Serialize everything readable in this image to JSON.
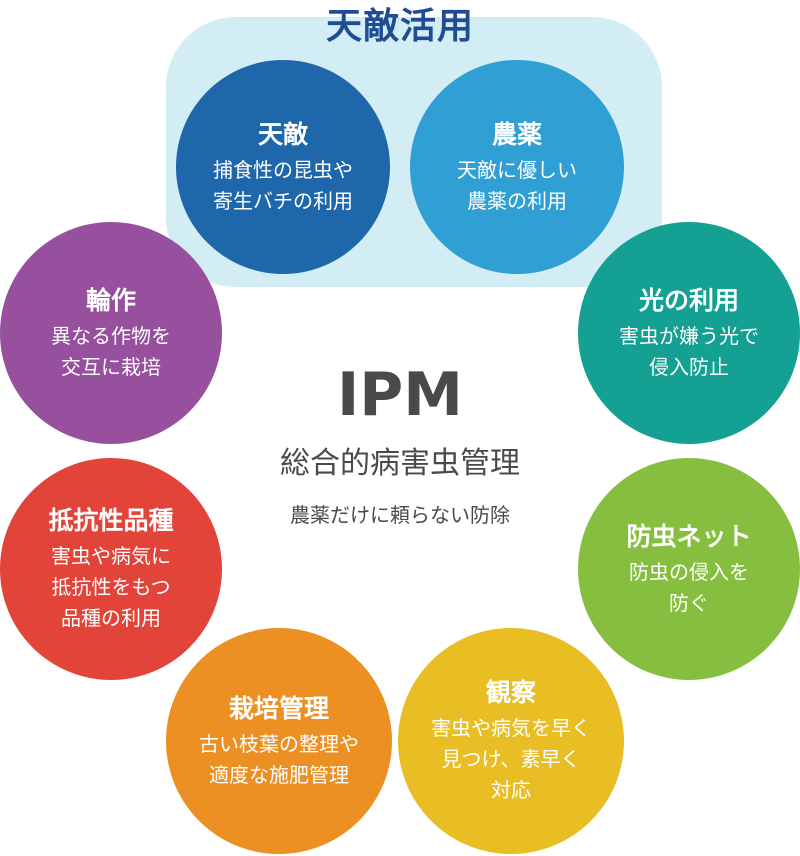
{
  "group": {
    "label": "天敵活用"
  },
  "center": {
    "title": "IPM",
    "subtitle": "総合的病害虫管理",
    "note": "農薬だけに頼らない防除"
  },
  "methods": [
    {
      "title": "天敵",
      "lines": [
        "捕食性の昆虫や",
        "寄生バチの利用"
      ],
      "color": "#1f67ab"
    },
    {
      "title": "農薬",
      "lines": [
        "天敵に優しい",
        "農薬の利用"
      ],
      "color": "#2f9fd4"
    },
    {
      "title": "光の利用",
      "lines": [
        "害虫が嫌う光で",
        "侵入防止"
      ],
      "color": "#14a092"
    },
    {
      "title": "防虫ネット",
      "lines": [
        "防虫の侵入を",
        "防ぐ"
      ],
      "color": "#86bf3f"
    },
    {
      "title": "観察",
      "lines": [
        "害虫や病気を早く",
        "見つけ、素早く",
        "対応"
      ],
      "color": "#e8be24"
    },
    {
      "title": "栽培管理",
      "lines": [
        "古い枝葉の整理や",
        "適度な施肥管理"
      ],
      "color": "#ec9024"
    },
    {
      "title": "抵抗性品種",
      "lines": [
        "害虫や病気に",
        "抵抗性をもつ",
        "品種の利用"
      ],
      "color": "#e2443a"
    },
    {
      "title": "輪作",
      "lines": [
        "異なる作物を",
        "交互に栽培"
      ],
      "color": "#96509e"
    }
  ]
}
